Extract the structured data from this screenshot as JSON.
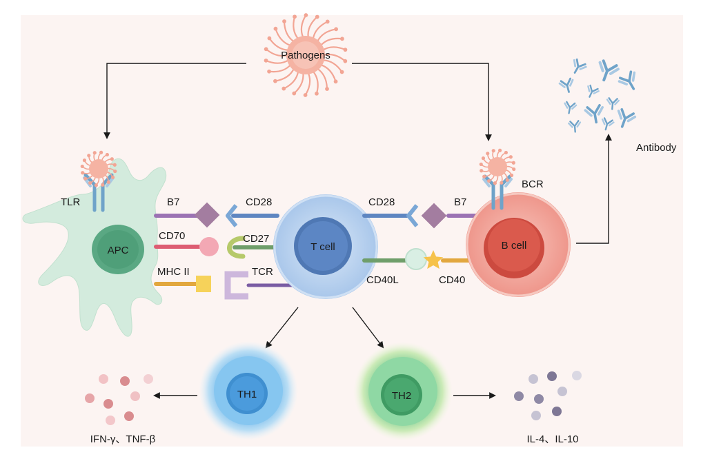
{
  "labels": {
    "pathogens": "Pathogens",
    "antibody": "Antibody",
    "tlr": "TLR",
    "bcr": "BCR",
    "apc": "APC",
    "t_cell": "T cell",
    "b_cell": "B cell",
    "b7_left": "B7",
    "cd28_left": "CD28",
    "cd70": "CD70",
    "cd27": "CD27",
    "mhc2": "MHC II",
    "tcr": "TCR",
    "cd28_right": "CD28",
    "b7_right": "B7",
    "cd40l": "CD40L",
    "cd40": "CD40",
    "th1": "TH1",
    "th2": "TH2",
    "th1_cytokines": "IFN-γ、TNF-β",
    "th2_cytokines": "IL-4、IL-10"
  },
  "colors": {
    "background": "#fcf4f2",
    "pathogen": "#f2a594",
    "apc_body": "#d3ebdd",
    "apc_nucleus": "#4f9f79",
    "t_cell": "#b9d3ef",
    "t_nucleus": "#4f78b4",
    "b_cell": "#f2aaa0",
    "b_nucleus": "#d8564a",
    "th1": "#7cc0ec",
    "th2": "#82d19e",
    "antibody": "#6fa3c9"
  }
}
